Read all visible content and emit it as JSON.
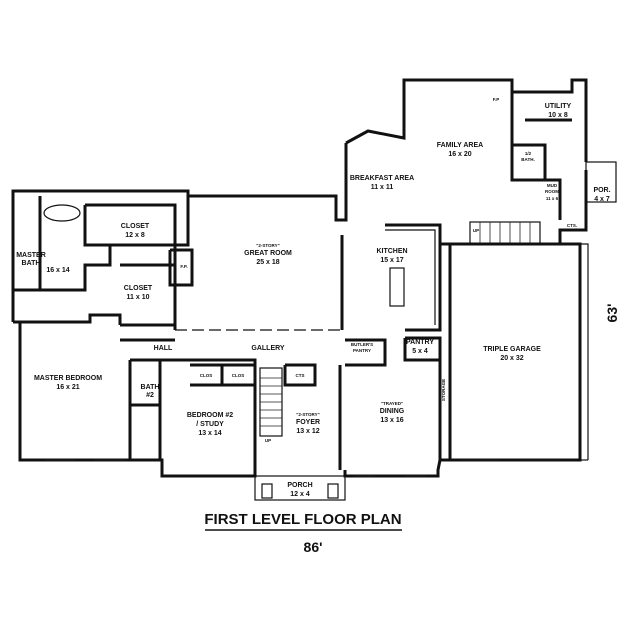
{
  "title": "FIRST LEVEL FLOOR PLAN",
  "width_dim": "86'",
  "depth_dim": "63'",
  "rooms": {
    "family": {
      "name": "FAMILY AREA",
      "size": "16 x 20"
    },
    "utility": {
      "name": "UTILITY",
      "size": "10 x 8"
    },
    "half_bath": {
      "name": "1/2",
      "name2": "BATH."
    },
    "mud": {
      "name": "MUD",
      "name2": "ROOM",
      "size": "11 x 6"
    },
    "porch_side": {
      "name": "POR.",
      "size": "4 x 7"
    },
    "breakfast": {
      "name": "BREAKFAST AREA",
      "size": "11 x 11"
    },
    "closet1": {
      "name": "CLOSET",
      "size": "12 x 8"
    },
    "master_bath": {
      "name": "MASTER",
      "name2": "BATH",
      "size": "16 x 14"
    },
    "great_room": {
      "note": "\"2-STORY\"",
      "name": "GREAT ROOM",
      "size": "25 x 18"
    },
    "kitchen": {
      "name": "KITCHEN",
      "size": "15 x 17"
    },
    "closet2": {
      "name": "CLOSET",
      "size": "11 x 10"
    },
    "cts": {
      "name": "CTS."
    },
    "hall": {
      "name": "HALL"
    },
    "gallery": {
      "name": "GALLERY"
    },
    "butlers": {
      "name": "BUTLER'S",
      "name2": "PANTRY"
    },
    "pantry": {
      "name": "PANTRY",
      "size": "5 x 4"
    },
    "garage": {
      "name": "TRIPLE GARAGE",
      "size": "20 x 32"
    },
    "master_bed": {
      "name": "MASTER BEDROOM",
      "size": "16 x 21"
    },
    "bath2": {
      "name": "BATH",
      "name2": "#2"
    },
    "clos_a": {
      "name": "CLOS"
    },
    "clos_b": {
      "name": "CLOS"
    },
    "cts2": {
      "name": "CTS"
    },
    "bedroom2": {
      "name": "BEDROOM #2",
      "name2": "/ STUDY",
      "size": "13 x 14"
    },
    "foyer": {
      "note": "\"2-STORY\"",
      "name": "FOYER",
      "size": "13 x 12"
    },
    "dining": {
      "note": "\"TRAYED\"",
      "name": "DINING",
      "size": "13 x 16"
    },
    "storage": {
      "name": "STORAGE"
    },
    "porch": {
      "name": "PORCH",
      "size": "12 x 4"
    },
    "fp": {
      "name": "F.P."
    },
    "fp2": {
      "name": "F.P"
    },
    "up1": {
      "name": "UP"
    },
    "up2": {
      "name": "UP"
    }
  }
}
